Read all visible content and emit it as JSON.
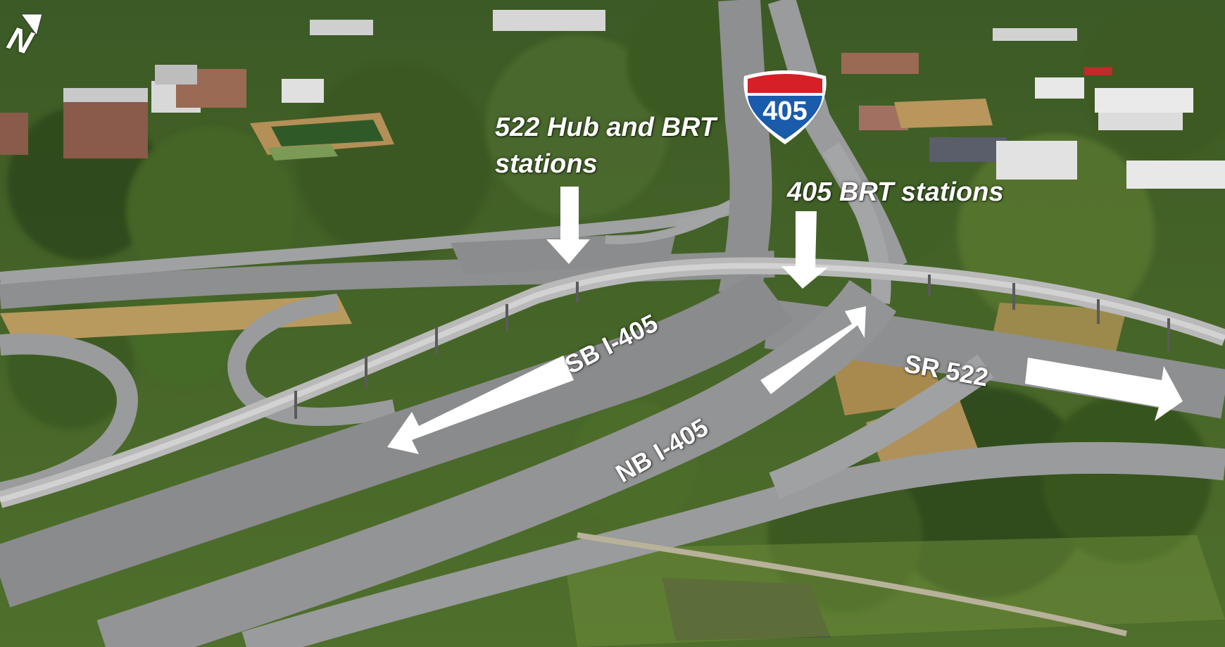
{
  "map": {
    "north_letter": "N",
    "shield_number": "405",
    "labels": {
      "hub_line1": "522 Hub and BRT",
      "hub_line2": "stations",
      "brt405": "405 BRT stations",
      "sb": "SB I-405",
      "nb": "NB I-405",
      "sr522": "SR 522"
    }
  },
  "colors": {
    "forest_dark": "#2f4a1f",
    "forest": "#4c6b2e",
    "grass": "#7c9a3f",
    "dry_grass": "#b89a5e",
    "road": "#8e8f90",
    "road_light": "#a9aaab",
    "shield_red": "#d61f26",
    "shield_blue": "#1a5bab",
    "arrow": "#ffffff"
  }
}
